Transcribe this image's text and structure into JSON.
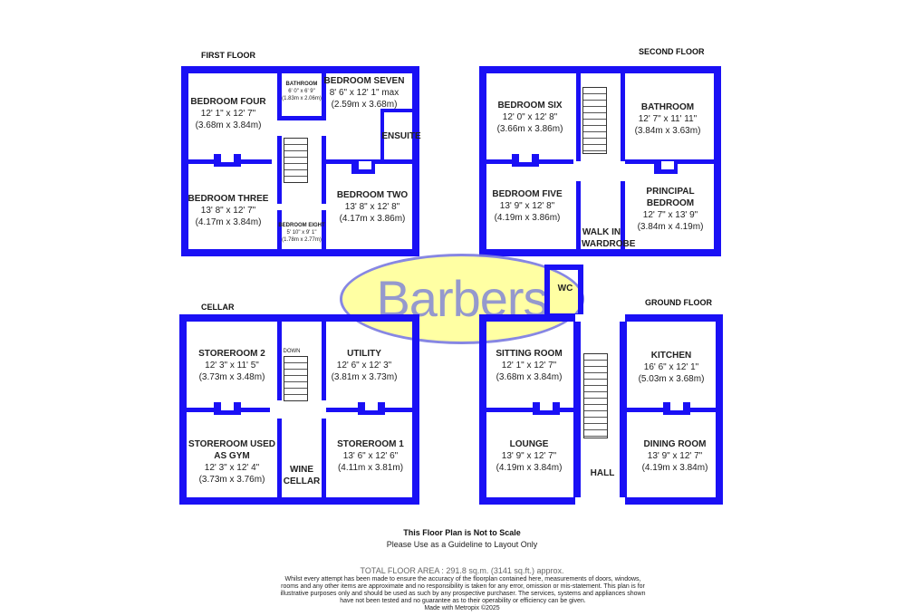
{
  "floors": {
    "first": {
      "title": "FIRST FLOOR",
      "rooms": [
        {
          "name": "BEDROOM FOUR",
          "dims": "12' 1\" x 12' 7\"",
          "metric": "(3.68m x 3.84m)"
        },
        {
          "name": "BATHROOM",
          "dims": "6' 0\" x 6' 9\"",
          "metric": "(1.83m x 2.06m)"
        },
        {
          "name": "BEDROOM SEVEN",
          "dims": "8' 6\" x 12' 1\" max",
          "metric": "(2.59m x 3.68m)"
        },
        {
          "name": "ENSUITE"
        },
        {
          "name": "BEDROOM THREE",
          "dims": "13' 8\" x 12' 7\"",
          "metric": "(4.17m x 3.84m)"
        },
        {
          "name": "BEDROOM TWO",
          "dims": "13' 8\" x 12' 8\"",
          "metric": "(4.17m x 3.86m)"
        },
        {
          "name": "BEDROOM EIGHT",
          "dims": "5' 10\" x 9' 1\"",
          "metric": "(1.78m x 2.77m)"
        }
      ]
    },
    "second": {
      "title": "SECOND FLOOR",
      "rooms": [
        {
          "name": "BEDROOM SIX",
          "dims": "12' 0\" x 12' 8\"",
          "metric": "(3.66m x 3.86m)"
        },
        {
          "name": "BATHROOM",
          "dims": "12' 7\" x 11' 11\"",
          "metric": "(3.84m x 3.63m)"
        },
        {
          "name": "BEDROOM FIVE",
          "dims": "13' 9\" x 12' 8\"",
          "metric": "(4.19m x 3.86m)"
        },
        {
          "name": "WALK IN WARDROBE"
        },
        {
          "name": "PRINCIPAL BEDROOM",
          "dims": "12' 7\" x 13' 9\"",
          "metric": "(3.84m x 4.19m)"
        }
      ]
    },
    "cellar": {
      "title": "CELLAR",
      "stairs_label": "DOWN",
      "rooms": [
        {
          "name": "STOREROOM 2",
          "dims": "12' 3\" x 11' 5\"",
          "metric": "(3.73m x 3.48m)"
        },
        {
          "name": "UTILITY",
          "dims": "12' 6\" x 12' 3\"",
          "metric": "(3.81m x 3.73m)"
        },
        {
          "name": "STOREROOM USED AS GYM",
          "dims": "12' 3\" x 12' 4\"",
          "metric": "(3.73m x 3.76m)"
        },
        {
          "name": "WINE CELLAR"
        },
        {
          "name": "STOREROOM 1",
          "dims": "13' 6\" x 12' 6\"",
          "metric": "(4.11m x 3.81m)"
        }
      ]
    },
    "ground": {
      "title": "GROUND FLOOR",
      "rooms": [
        {
          "name": "WC"
        },
        {
          "name": "SITTING ROOM",
          "dims": "12' 1\" x 12' 7\"",
          "metric": "(3.68m x 3.84m)"
        },
        {
          "name": "KITCHEN",
          "dims": "16' 6\" x 12' 1\"",
          "metric": "(5.03m x 3.68m)"
        },
        {
          "name": "LOUNGE",
          "dims": "13' 9\" x 12' 7\"",
          "metric": "(4.19m x 3.84m)"
        },
        {
          "name": "HALL"
        },
        {
          "name": "DINING ROOM",
          "dims": "13' 9\" x 12' 7\"",
          "metric": "(4.19m x 3.84m)"
        }
      ]
    }
  },
  "logo": "Barbers",
  "wall_color": "#1a10f5",
  "footer": {
    "scale_title": "This Floor Plan is Not to Scale",
    "scale_note": "Please Use as a Guideline to Layout Only",
    "total_area": "TOTAL FLOOR AREA : 291.8 sq.m. (3141 sq.ft.) approx.",
    "disclaimer": "Whilst every attempt has been made to ensure the accuracy of the floorplan contained here, measurements of doors, windows, rooms and any other items are approximate and no responsibility is taken for any error, omission or mis-statement. This plan is for illustrative purposes only and should be used as such by any prospective purchaser. The services, systems and appliances shown have not been tested and no guarantee as to their operability or efficiency can be given.",
    "made_with": "Made with Metropix ©2025"
  }
}
